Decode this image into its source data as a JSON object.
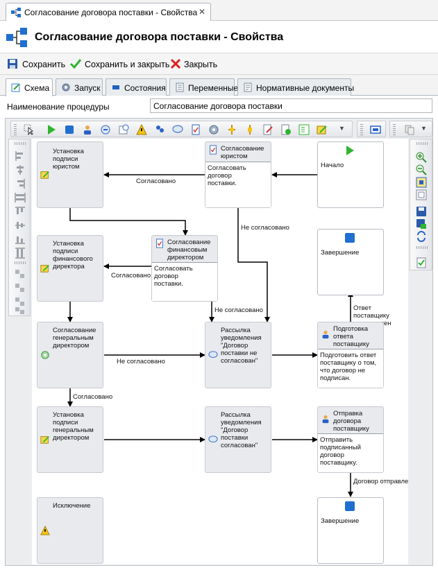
{
  "window": {
    "tab_title": "Согласование договора поставки - Свойства",
    "close_glyph": "✕",
    "header_title": "Согласование договора поставки - Свойства"
  },
  "actions": {
    "save": "Сохранить",
    "save_close": "Сохранить и закрыть",
    "close": "Закрыть"
  },
  "tabs": [
    {
      "label": "Схема",
      "icon": "schema-icon",
      "active": true
    },
    {
      "label": "Запуск",
      "icon": "gear-icon",
      "active": false
    },
    {
      "label": "Состояния",
      "icon": "state-icon",
      "active": false
    },
    {
      "label": "Переменные",
      "icon": "variables-icon",
      "active": false
    },
    {
      "label": "Нормативные документы",
      "icon": "document-icon",
      "active": false
    }
  ],
  "procedure": {
    "name_label": "Наименование процедуры",
    "name_value": "Согласование договора поставки"
  },
  "nodes": {
    "start": {
      "label": "Начало"
    },
    "approve_lawyer": {
      "label": "Согласование\nюристом",
      "desc": "Согласовать договор\nпоставки."
    },
    "sign_lawyer": {
      "label": "Установка\nподписи\nюристом"
    },
    "sign_fin": {
      "label": "Установка\nподписи\nфинансового\nдиректора"
    },
    "approve_fin": {
      "label": "Согласование\nфинансовым\nдиректором",
      "desc": "Согласовать договор\nпоставки."
    },
    "end1": {
      "label": "Завершение"
    },
    "approve_gen": {
      "label": "Согласование\nгенеральным\nдиректором"
    },
    "mail_not_approved": {
      "label": "Рассылка\nуведомления\n\"Договор\nпоставки не\nсогласован\""
    },
    "prepare_reply": {
      "label": "Подготовка\nответа\nпоставщику",
      "desc": "Подготовить ответ\nпоставщику о том,\nчто договор не\nподписан."
    },
    "sign_gen": {
      "label": "Установка\nподписи\nгенеральным\nдиректором"
    },
    "mail_approved": {
      "label": "Рассылка\nуведомления\n\"Договор\nпоставки\nсогласован\""
    },
    "send_contract": {
      "label": "Отправка\nдоговора\nпоставщику",
      "desc": "Отправить\nподписанный\nдоговор поставщику."
    },
    "exception": {
      "label": "Исключение"
    },
    "end2": {
      "label": "Завершение"
    }
  },
  "edges": {
    "lawyer_approved": "Согласовано",
    "lawyer_not_approved": "Не согласовано",
    "fin_approved": "Согласовано",
    "fin_not_approved": "Не согласовано",
    "gen_not_approved": "Не согласовано",
    "gen_approved": "Согласовано",
    "reply_prepared": "Ответ поставщику\nподготовлен",
    "contract_sent": "Договор отправлен"
  },
  "colors": {
    "accent_blue": "#1f6fd1",
    "start_green": "#2fb52f",
    "close_red": "#e02020"
  }
}
